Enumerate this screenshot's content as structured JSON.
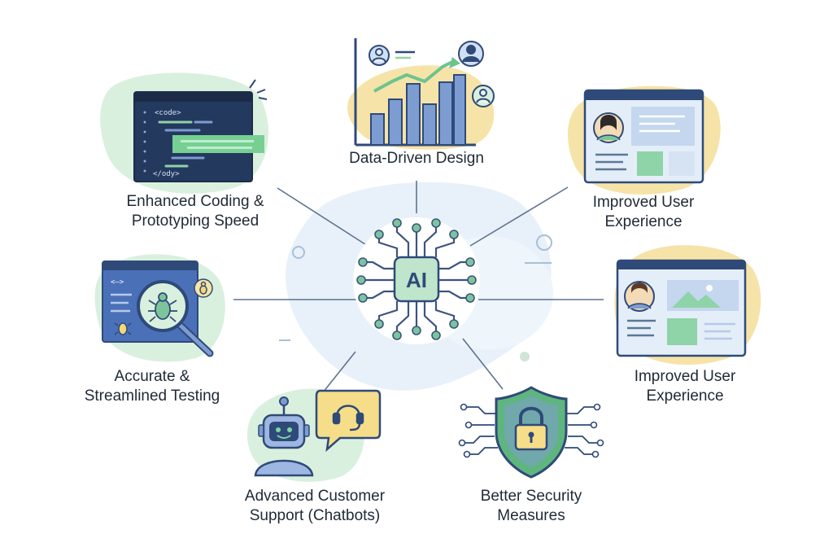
{
  "center": {
    "label": "AI"
  },
  "code_snippet": {
    "open_tag": "<code>",
    "close_tag": "</ody>"
  },
  "testing_snippet": {
    "arrow_tag": "<—>"
  },
  "features": [
    {
      "lines": [
        "Enhanced Coding &",
        "Prototyping Speed"
      ]
    },
    {
      "lines": [
        "Data-Driven Design"
      ]
    },
    {
      "lines": [
        "Improved User",
        "Experience"
      ]
    },
    {
      "lines": [
        "Accurate &",
        "Streamlined Testing"
      ]
    },
    {
      "lines": [
        "Improved User",
        "Experience"
      ]
    },
    {
      "lines": [
        "Advanced Customer",
        "Support (Chatbots)"
      ]
    },
    {
      "lines": [
        "Better Security",
        "Measures"
      ]
    }
  ],
  "colors": {
    "navy": "#2f4a78",
    "slate": "#5b7799",
    "blue": "#7d9cd1",
    "green": "#8fd3a8",
    "yellow": "#f6e3a8",
    "mint": "#d9f0de",
    "paleblue": "#e4eef8",
    "text": "#1f2a36"
  }
}
